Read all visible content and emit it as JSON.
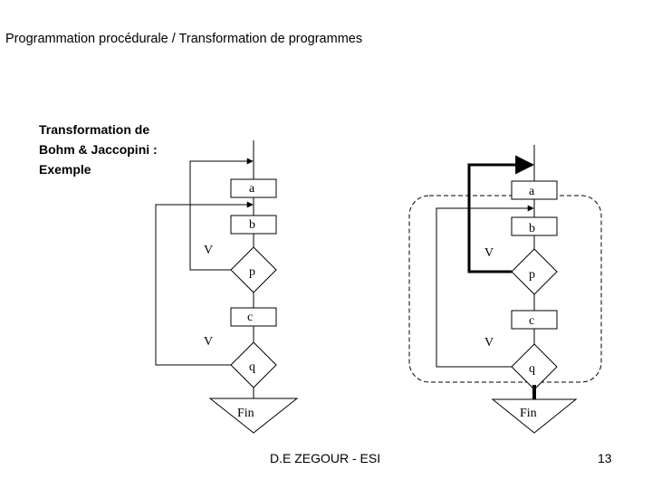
{
  "header": {
    "title": "Programmation procédurale / Transformation de programmes"
  },
  "subtitle": {
    "lines": [
      "Transformation de",
      "Bohm & Jaccopini  :",
      "Exemple"
    ]
  },
  "diagram": {
    "left": {
      "boxes": {
        "a": "a",
        "b": "b",
        "c": "c"
      },
      "decisions": {
        "p": "p",
        "q": "q"
      },
      "branch_labels": {
        "v1": "V",
        "v2": "V"
      },
      "end": "Fin"
    },
    "right": {
      "boxes": {
        "a": "a",
        "b": "b",
        "c": "c"
      },
      "decisions": {
        "p": "p",
        "q": "q"
      },
      "branch_labels": {
        "v1": "V",
        "v2": "V"
      },
      "end": "Fin"
    }
  },
  "footer": {
    "author": "D.E ZEGOUR - ESI",
    "page": "13"
  }
}
